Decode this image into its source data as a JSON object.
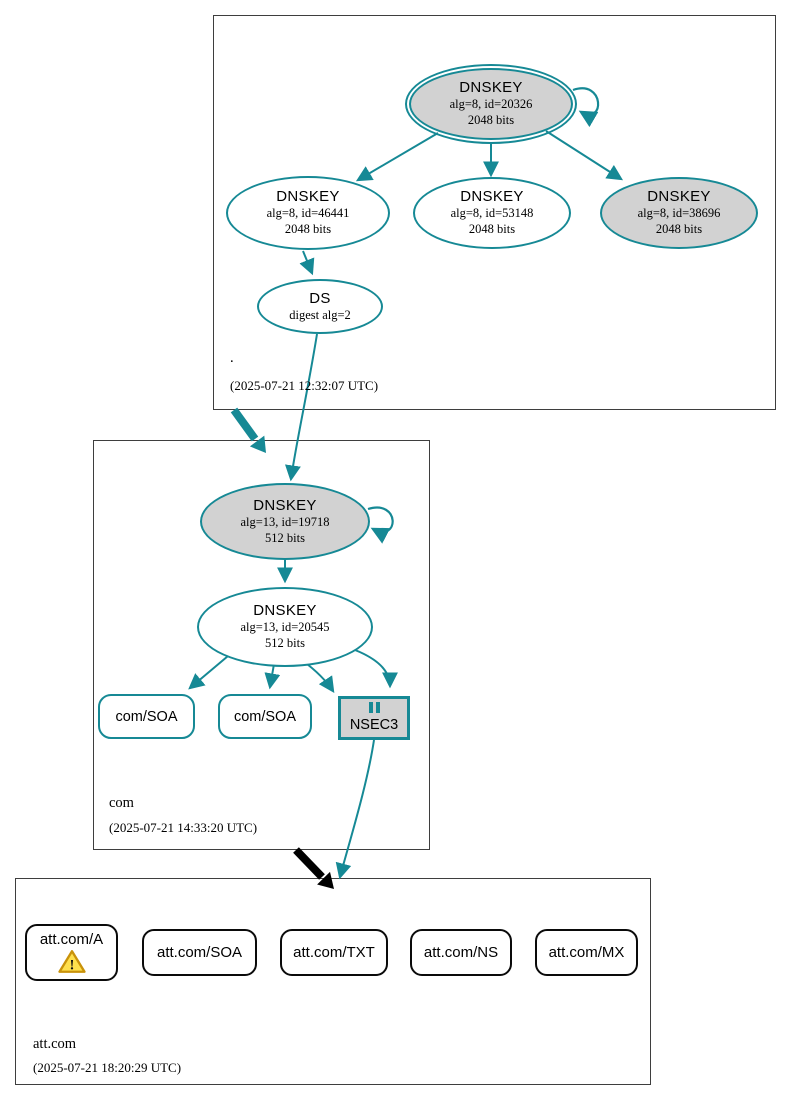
{
  "colors": {
    "edge_secure_teal": "#168995",
    "node_fill_gray": "#d2d2d2",
    "zone_box_border": "#3e3e3e",
    "rrset_border_black": "#0a0a0a",
    "warning_fill": "#ffe04d",
    "warning_stroke": "#c9920a",
    "delegation_arrow_black": "#000000"
  },
  "icons": {
    "warning_glyph": "!"
  },
  "zones": {
    "root": {
      "label": ".",
      "timestamp": "(2025-07-21 12:32:07 UTC)",
      "nodes": {
        "ksk": {
          "title": "DNSKEY",
          "detail": "alg=8, id=20326",
          "size": "2048 bits"
        },
        "zsk1": {
          "title": "DNSKEY",
          "detail": "alg=8, id=46441",
          "size": "2048 bits"
        },
        "zsk2": {
          "title": "DNSKEY",
          "detail": "alg=8, id=53148",
          "size": "2048 bits"
        },
        "zsk3": {
          "title": "DNSKEY",
          "detail": "alg=8, id=38696",
          "size": "2048 bits"
        },
        "ds": {
          "title": "DS",
          "detail": "digest alg=2"
        }
      }
    },
    "com": {
      "label": "com",
      "timestamp": "(2025-07-21 14:33:20 UTC)",
      "nodes": {
        "ksk": {
          "title": "DNSKEY",
          "detail": "alg=13, id=19718",
          "size": "512 bits"
        },
        "zsk": {
          "title": "DNSKEY",
          "detail": "alg=13, id=20545",
          "size": "512 bits"
        },
        "soa1": {
          "label": "com/SOA"
        },
        "soa2": {
          "label": "com/SOA"
        },
        "nsec3": {
          "label": "NSEC3"
        }
      }
    },
    "att": {
      "label": "att.com",
      "timestamp": "(2025-07-21 18:20:29 UTC)",
      "rrsets": [
        {
          "label": "att.com/A"
        },
        {
          "label": "att.com/SOA"
        },
        {
          "label": "att.com/TXT"
        },
        {
          "label": "att.com/NS"
        },
        {
          "label": "att.com/MX"
        }
      ]
    }
  }
}
